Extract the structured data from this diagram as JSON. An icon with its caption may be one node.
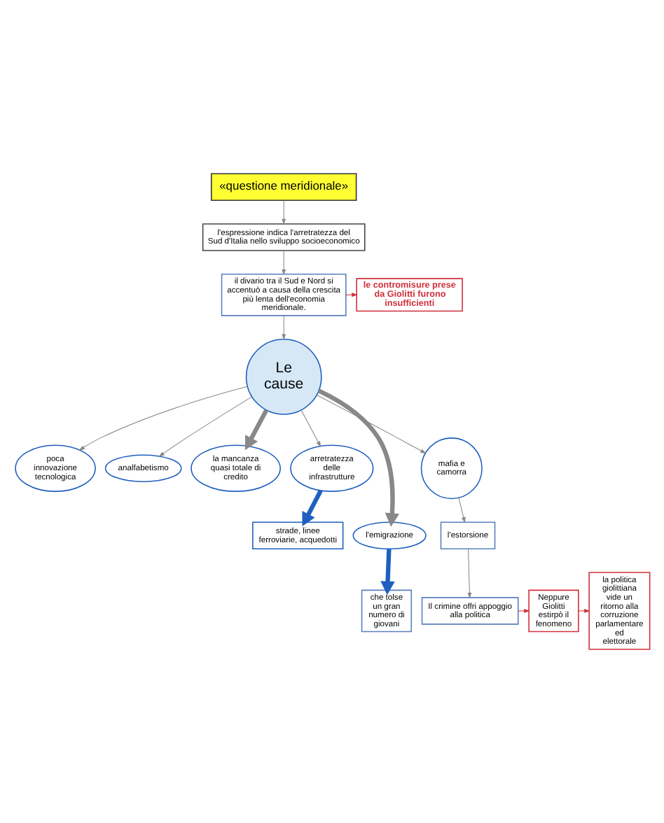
{
  "diagram": {
    "nodes": [
      {
        "text": [
          "«questione meridionale»"
        ]
      },
      {
        "text": [
          "l'espressione indica l'arretratezza del Sud d'Italia nello sviluppo socioeconomico"
        ]
      },
      {
        "text": [
          "il divario tra il Sud e Nord si accentuò a causa della crescita più lenta dell'economia meridionale."
        ]
      },
      {
        "text": [
          "le contromisure prese da Giolitti furono insufficienti"
        ]
      },
      {
        "text": [
          "Le cause"
        ]
      },
      {
        "text": [
          "poca innovazione tecnologica"
        ]
      },
      {
        "text": [
          "analfabetismo"
        ]
      },
      {
        "text": [
          "la mancanza quasi totale di credito"
        ]
      },
      {
        "text": [
          "arretratezza delle infrastrutture"
        ]
      },
      {
        "text": [
          "strade, linee ferroviarie, acquedotti"
        ]
      },
      {
        "text": [
          "l'emigrazione"
        ]
      },
      {
        "text": [
          "mafia e camorra"
        ]
      },
      {
        "text": [
          "che tolse un gran numero di giovani"
        ]
      },
      {
        "text": [
          "l'estorsione"
        ]
      },
      {
        "text": [
          "Il crimine offri appoggio alla politica"
        ]
      },
      {
        "text": [
          "Neppure Giolitti estirpò il fenomeno"
        ]
      },
      {
        "text": [
          "la politica giolittiana vide un ritorno alla corruzione parlamentare ed elettorale"
        ]
      }
    ],
    "edges": [
      {
        "from": 0,
        "to": 1,
        "arrow": "to"
      },
      {
        "from": 1,
        "to": 2,
        "arrow": "to"
      },
      {
        "from": 2,
        "to": 3,
        "arrow": "to",
        "color": "#d0303a"
      },
      {
        "from": 2,
        "to": 4,
        "arrow": "to"
      },
      {
        "from": 4,
        "to": 5,
        "arrow": "to"
      },
      {
        "from": 4,
        "to": 6,
        "arrow": "to"
      },
      {
        "from": 4,
        "to": 7,
        "arrow": "to",
        "style": "thick"
      },
      {
        "from": 4,
        "to": 8,
        "arrow": "to"
      },
      {
        "from": 8,
        "to": 9,
        "arrow": "to",
        "style": "thick",
        "color": "#1f5fbf"
      },
      {
        "from": 4,
        "to": 10,
        "arrow": "to",
        "style": "thick"
      },
      {
        "from": 4,
        "to": 11,
        "arrow": "to"
      },
      {
        "from": 10,
        "to": 12,
        "arrow": "to",
        "style": "thick",
        "color": "#1f5fbf"
      },
      {
        "from": 11,
        "to": 13,
        "arrow": "to"
      },
      {
        "from": 13,
        "to": 14,
        "arrow": "to"
      },
      {
        "from": 14,
        "to": 15,
        "arrow": "to",
        "color": "#d0303a"
      },
      {
        "from": 15,
        "to": 16,
        "arrow": "to",
        "color": "#d0303a"
      }
    ]
  }
}
